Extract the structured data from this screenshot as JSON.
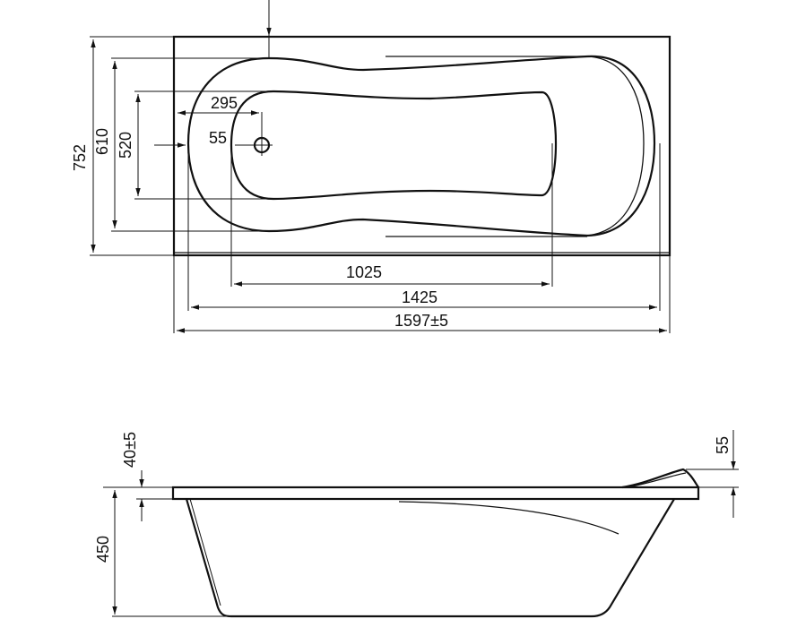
{
  "plan_view": {
    "dimensions": {
      "total_length": "1597±5",
      "inner_length": "1425",
      "bottom_length": "1025",
      "total_width": "752",
      "inner_width": "610",
      "bottom_width": "520",
      "drain_offset_x": "295",
      "drain_offset_y": "55"
    }
  },
  "side_view": {
    "dimensions": {
      "rim_height": "40±5",
      "depth": "450",
      "headrest_height": "55"
    }
  },
  "colors": {
    "line": "#111111",
    "background": "#ffffff"
  }
}
